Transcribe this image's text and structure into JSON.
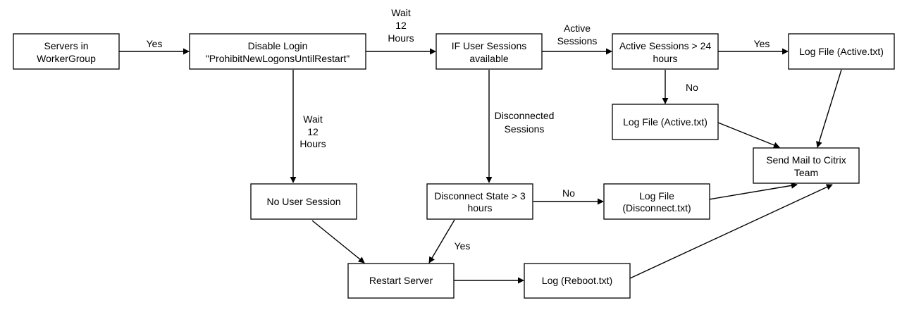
{
  "nodes": {
    "servers": [
      "Servers in",
      "WorkerGroup"
    ],
    "disable_login": [
      "Disable Login",
      "\"ProhibitNewLogonsUntilRestart\""
    ],
    "if_sessions": [
      "IF User Sessions",
      "available"
    ],
    "active_gt24": [
      "Active Sessions > 24",
      "hours"
    ],
    "log_active_top": [
      "Log File (Active.txt)"
    ],
    "log_active_mid": [
      "Log File (Active.txt)"
    ],
    "send_mail": [
      "Send Mail to Citrix",
      "Team"
    ],
    "no_user_session": [
      "No User Session"
    ],
    "disconnect_gt3": [
      "Disconnect State > 3",
      "hours"
    ],
    "log_disconnect": [
      "Log File",
      "(Disconnect.txt)"
    ],
    "restart_server": [
      "Restart Server"
    ],
    "log_reboot": [
      "Log (Reboot.txt)"
    ]
  },
  "edge_labels": {
    "servers_to_disable": [
      "Yes"
    ],
    "disable_to_if": [
      "Wait",
      "12",
      "Hours"
    ],
    "if_to_active": [
      "Active",
      "Sessions"
    ],
    "active_to_log": [
      "Yes"
    ],
    "active_to_logmid": [
      "No"
    ],
    "disable_to_nouser": [
      "Wait",
      "12",
      "Hours"
    ],
    "if_to_disconnect": [
      "Disconnected",
      "Sessions"
    ],
    "disconnect_to_log": [
      "No"
    ],
    "disconnect_to_restart": [
      "Yes"
    ]
  }
}
